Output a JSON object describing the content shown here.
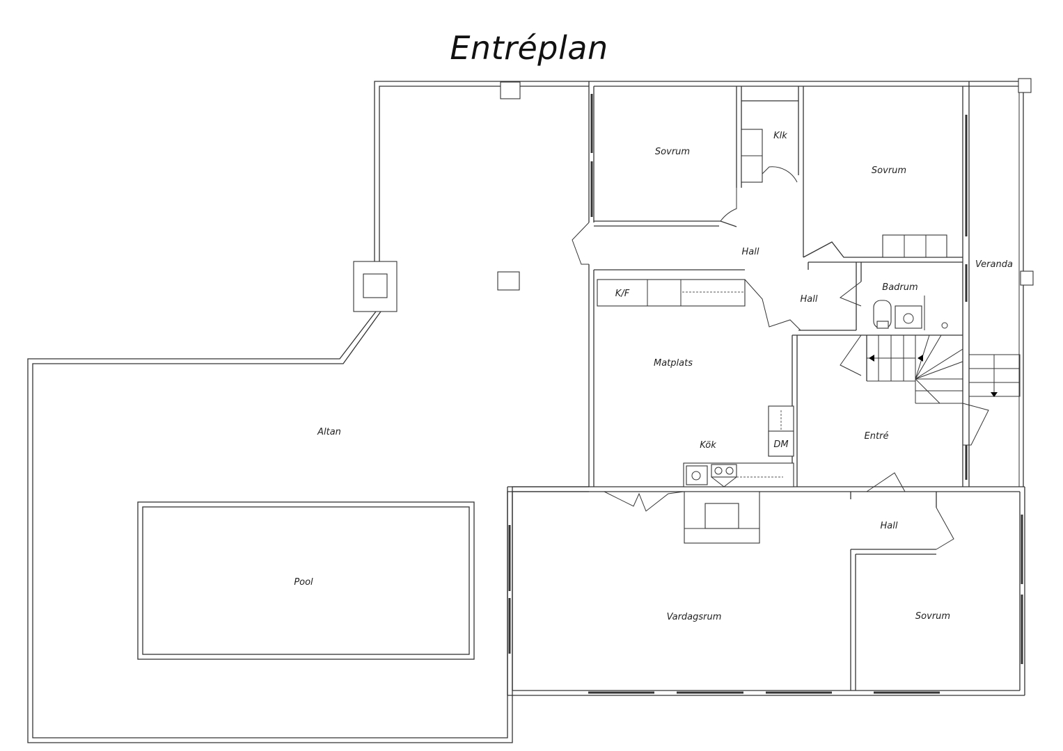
{
  "title": "Entréplan",
  "rooms": {
    "sovrum_1": "Sovrum",
    "klk": "Klk",
    "sovrum_2": "Sovrum",
    "hall_1": "Hall",
    "veranda": "Veranda",
    "badrum": "Badrum",
    "kf": "K/F",
    "hall_2": "Hall",
    "matplats": "Matplats",
    "altan": "Altan",
    "kok": "Kök",
    "dm": "DM",
    "entre": "Entré",
    "hall_3": "Hall",
    "pool": "Pool",
    "vardagsrum": "Vardagsrum",
    "sovrum_3": "Sovrum"
  }
}
